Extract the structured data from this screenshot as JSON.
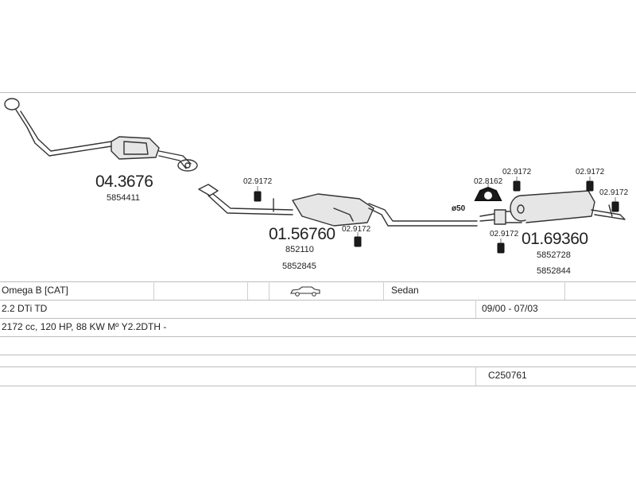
{
  "parts": {
    "front_cat": {
      "number": "04.3676",
      "ref": "5854411"
    },
    "mid_silencer": {
      "number": "01.56760",
      "ref1": "852110",
      "ref2": "5852845"
    },
    "rear_silencer": {
      "number": "01.69360",
      "ref1": "5852728",
      "ref2": "5852844"
    },
    "hangers": {
      "mid_top": "02.9172",
      "mid_bottom": "02.9172",
      "rear_a": "02.8162",
      "rear_b": "02.9172",
      "rear_c": "02.9172",
      "rear_d": "02.9172",
      "rear_bottom": "02.9172"
    },
    "diameter": "ø50"
  },
  "info_table": {
    "model": "Omega B  [CAT]",
    "body": "Sedan",
    "engine": "2.2 DTi TD",
    "dates": "09/00 - 07/03",
    "spec": "2172 cc, 120 HP, 88 KW Mº Y2.2DTH -",
    "code": "C250761"
  },
  "icons": {
    "car": "sedan-car-icon"
  }
}
